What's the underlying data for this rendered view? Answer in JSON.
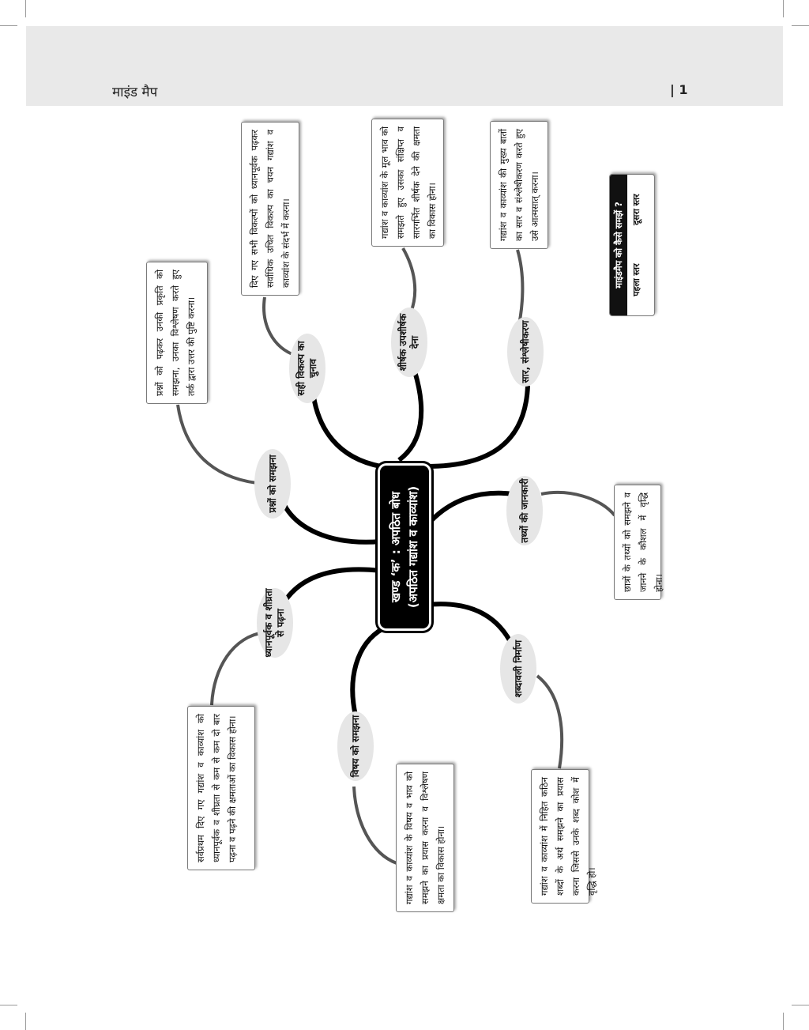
{
  "header": {
    "title": "माइंड मैप",
    "page_number": "| 1"
  },
  "center": {
    "line1": "खण्ड ‘क’ : अपठित बोध",
    "line2": "(अपठित गद्यांश व काव्यांश)"
  },
  "legend": {
    "title": "माइंडमैप को कैसे समझें ?",
    "level1": "पहला स्तर",
    "level2": "दूसरा स्तर"
  },
  "branches": [
    {
      "id": "prashno",
      "node": "प्रश्नों को समझना",
      "desc": "प्रश्नों को पढ़कर उनकी प्रकृति को समझना, उनका विश्लेषण करते हुए तर्क द्वारा उत्तर की पुष्टि करना।"
    },
    {
      "id": "sahi",
      "node": "सही विकल्प का चुनाव",
      "desc": "दिए गए सभी विकल्पों को ध्यानपूर्वक पढ़कर सर्वाधिक उचित विकल्प का चयन गद्यांश व काव्यांश के संदर्भ में करना।"
    },
    {
      "id": "shirshak",
      "node": "शीर्षक उपशीर्षक देना",
      "desc": "गद्यांश व काव्यांश के मूल भाव को समझते हुए उसका संक्षिप्त व सारगर्भित शीर्षक देने की क्षमता का विकास होना।"
    },
    {
      "id": "saar",
      "node": "सार, संश्लेषीकरण",
      "desc": "गद्यांश व काव्यांश की मुख्य बातों का सार व संश्लेषीकरण करते हुए उसे आत्मसात् करना।"
    },
    {
      "id": "tathyon",
      "node": "तथ्यों की जानकारी",
      "desc": "छात्रों के तथ्यों को समझने व जानने के कौशल में वृद्धि होना।"
    },
    {
      "id": "shabdavali",
      "node": "शब्दावली निर्माण",
      "desc": "गद्यांश व काव्यांश में निहित कठिन शब्दों के अर्थ समझने का प्रयास करना जिससे उनके शब्द कोश में वृद्धि हो।"
    },
    {
      "id": "vishay",
      "node": "विषय को समझना",
      "desc": "गद्यांश व काव्यांश के विषय व भाव को समझने का प्रयास करना व विश्लेषण क्षमता का विकास होना।"
    },
    {
      "id": "dhyan",
      "node": "ध्यानपूर्वक व शीघ्रता से पढ़ना",
      "desc": "सर्वप्रथम दिए गए गद्यांश व काव्यांश को ध्यानपूर्वक व शीघ्रता से कम से कम दो बार पढ़ना व पढ़ने की क्षमताओं का विकास होना।"
    }
  ]
}
